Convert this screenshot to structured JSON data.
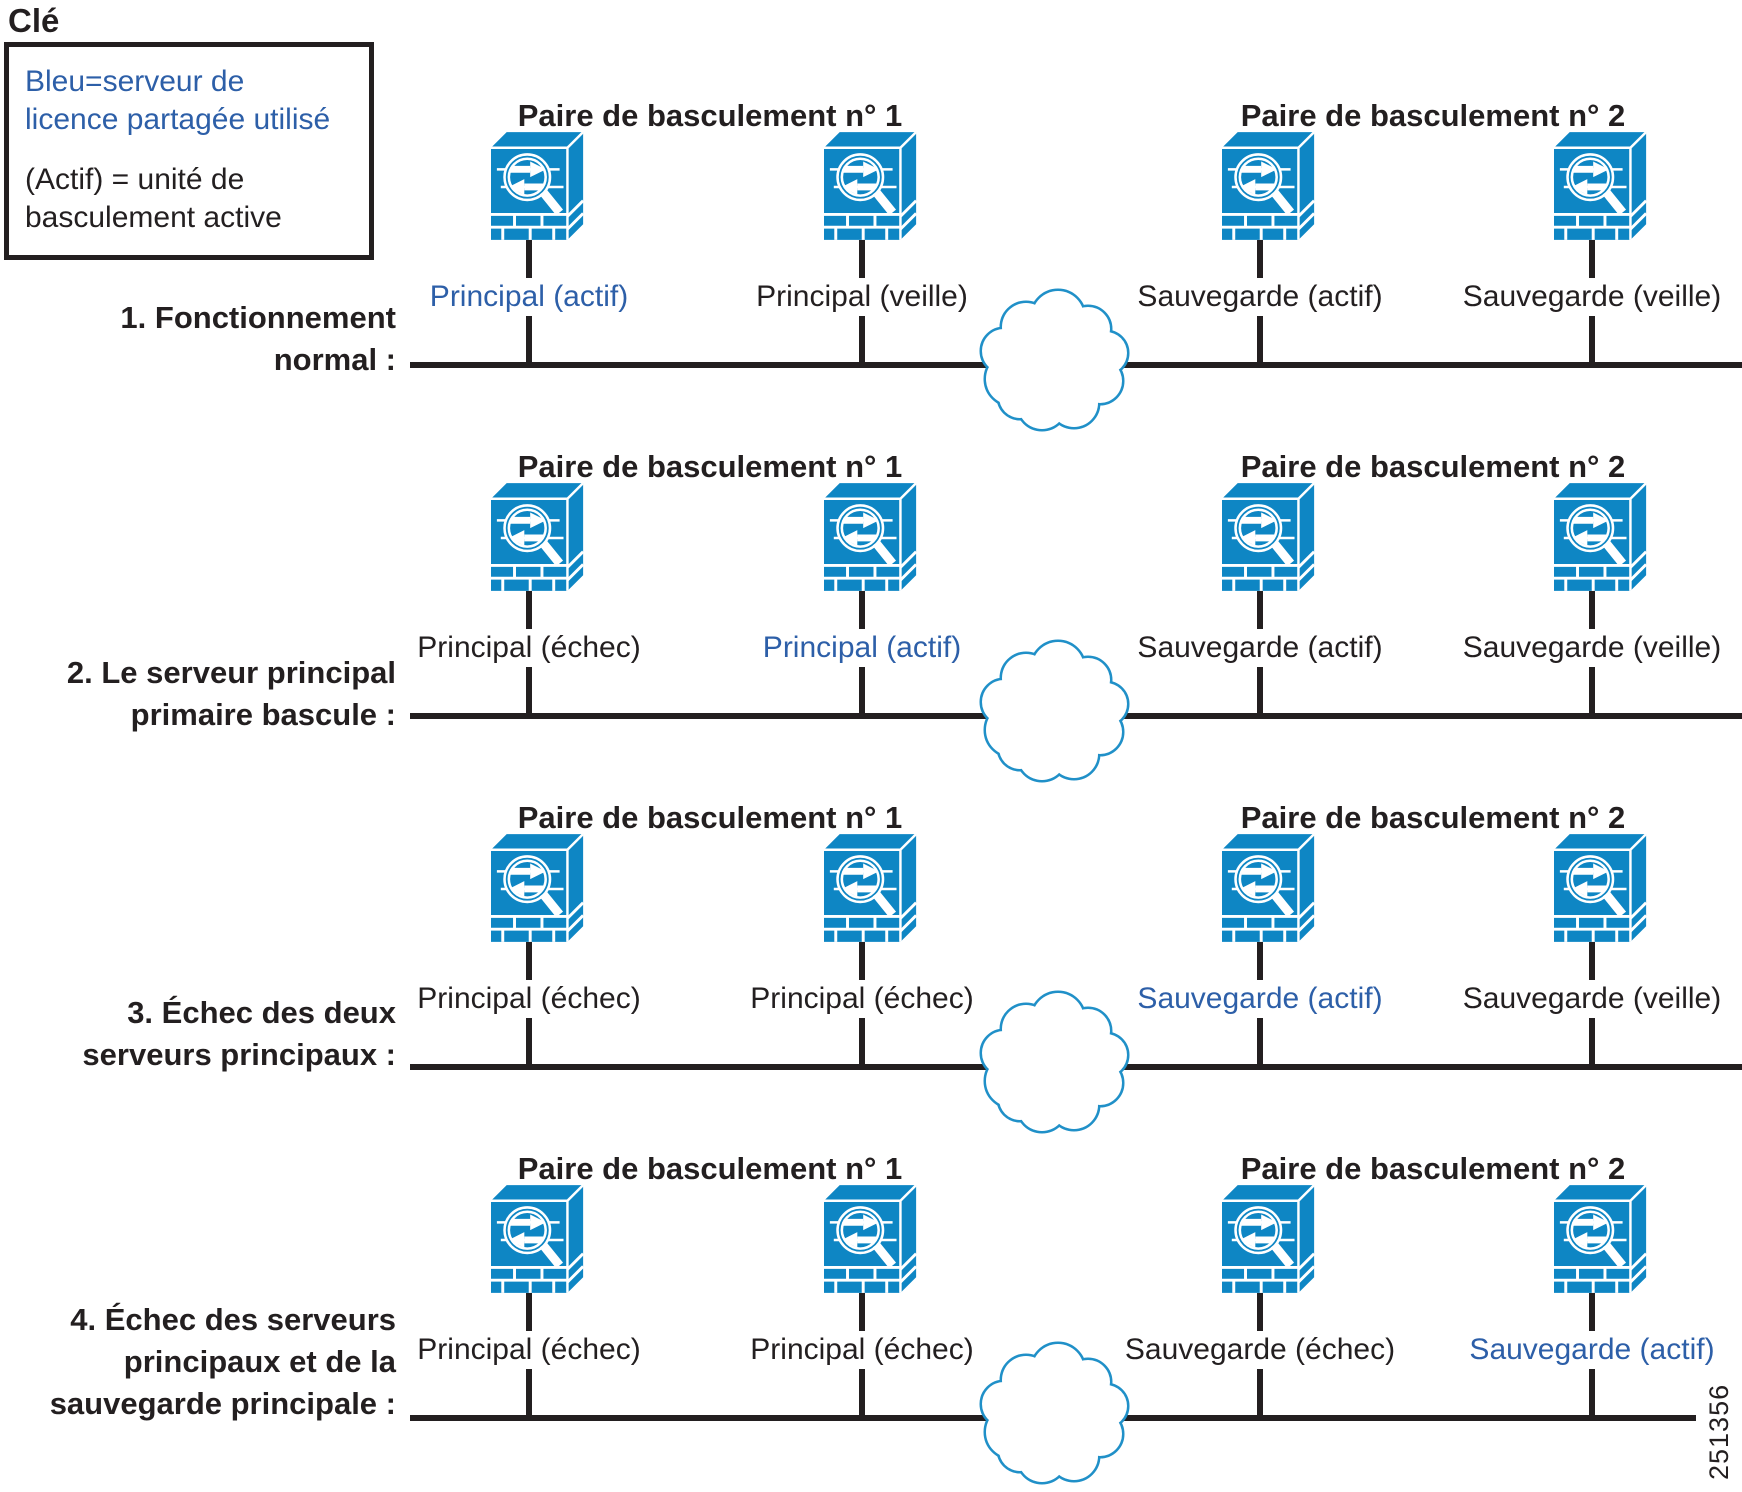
{
  "key": {
    "title": "Clé",
    "blue_note_lines": [
      "Bleu=serveur de",
      "licence partagée utilisé"
    ],
    "black_note_lines": [
      "(Actif) = unité de",
      "basculement active"
    ]
  },
  "headers": {
    "pair1": "Paire de basculement n° 1",
    "pair2": "Paire de basculement n° 2"
  },
  "figure_number": "251356",
  "colors": {
    "ink": "#231F20",
    "active_blue": "#2D5FA8",
    "device_blue": "#0E86C4",
    "cloud_blue": "#2090C8"
  },
  "scenarios": [
    {
      "label_lines": [
        "1. Fonctionnement",
        "normal :"
      ],
      "devices": [
        {
          "label": "Principal (actif)",
          "shared_license_server_in_use": true
        },
        {
          "label": "Principal (veille)",
          "shared_license_server_in_use": false
        },
        {
          "label": "Sauvegarde (actif)",
          "shared_license_server_in_use": false
        },
        {
          "label": "Sauvegarde (veille)",
          "shared_license_server_in_use": false
        }
      ]
    },
    {
      "label_lines": [
        "2. Le serveur principal",
        "primaire bascule :"
      ],
      "devices": [
        {
          "label": "Principal (échec)",
          "shared_license_server_in_use": false
        },
        {
          "label": "Principal (actif)",
          "shared_license_server_in_use": true
        },
        {
          "label": "Sauvegarde (actif)",
          "shared_license_server_in_use": false
        },
        {
          "label": "Sauvegarde (veille)",
          "shared_license_server_in_use": false
        }
      ]
    },
    {
      "label_lines": [
        "3. Échec des deux",
        "serveurs principaux :"
      ],
      "devices": [
        {
          "label": "Principal (échec)",
          "shared_license_server_in_use": false
        },
        {
          "label": "Principal (échec)",
          "shared_license_server_in_use": false
        },
        {
          "label": "Sauvegarde (actif)",
          "shared_license_server_in_use": true
        },
        {
          "label": "Sauvegarde (veille)",
          "shared_license_server_in_use": false
        }
      ]
    },
    {
      "label_lines": [
        "4. Échec des serveurs",
        "principaux et de la",
        "sauvegarde principale :"
      ],
      "devices": [
        {
          "label": "Principal (échec)",
          "shared_license_server_in_use": false
        },
        {
          "label": "Principal (échec)",
          "shared_license_server_in_use": false
        },
        {
          "label": "Sauvegarde (échec)",
          "shared_license_server_in_use": false
        },
        {
          "label": "Sauvegarde (actif)",
          "shared_license_server_in_use": true
        }
      ]
    }
  ]
}
